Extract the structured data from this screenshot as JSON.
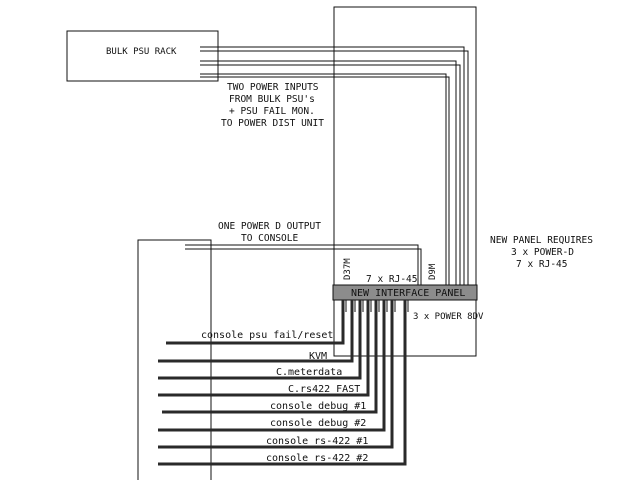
{
  "labels": {
    "bulk_psu_rack": "BULK PSU RACK",
    "power_inputs": [
      "TWO POWER INPUTS",
      "FROM BULK PSU's",
      "+ PSU FAIL MON.",
      "TO POWER DIST UNIT"
    ],
    "console_output": [
      "ONE POWER D OUTPUT",
      "TO CONSOLE"
    ],
    "panel_requires": [
      "NEW PANEL REQUIRES",
      "3 x POWER-D",
      "7 x RJ-45"
    ],
    "interface_panel": "NEW INTERFACE PANEL",
    "d37m": "D37M",
    "rj45_count": "7 x RJ-45",
    "d9m": "D9M",
    "power_8dv": "3 x POWER 8DV"
  },
  "cables": [
    "console psu fail/reset",
    "KVM",
    "C.meterdata",
    "C.rs422 FAST",
    "console debug #1",
    "console debug #2",
    "console rs-422 #1",
    "console rs-422 #2"
  ],
  "colors": {
    "line": "#111111",
    "panel_fill": "#8c8c8c",
    "cable_thick": "#2a2a2a"
  }
}
